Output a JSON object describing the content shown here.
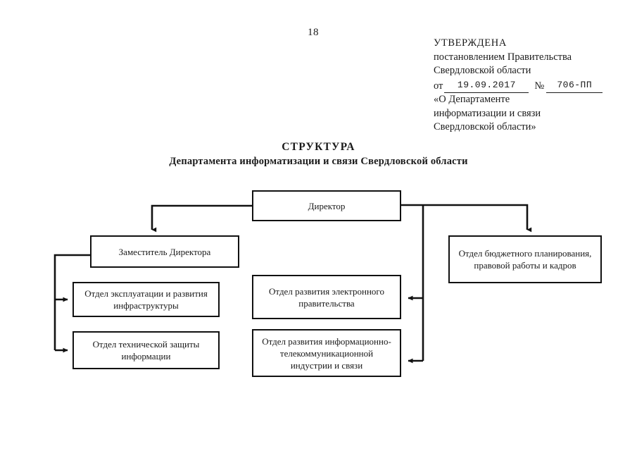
{
  "page": {
    "number": "18"
  },
  "approval": {
    "title": "УТВЕРЖДЕНА",
    "line1": "постановлением Правительства",
    "line2": "Свердловской области",
    "date_label": "от",
    "date_value": "19.09.2017",
    "number_sign": "№",
    "number_value": "706-ПП",
    "line3": "«О Департаменте",
    "line4": "информатизации и связи",
    "line5": "Свердловской области»"
  },
  "document": {
    "title": "СТРУКТУРА",
    "subtitle": "Департамента информатизации и связи Свердловской области"
  },
  "chart_data": {
    "type": "diagram",
    "title": "СТРУКТУРА Департамента информатизации и связи Свердловской области",
    "orientation": "top-down organizational chart",
    "nodes": [
      {
        "id": "director",
        "label": "Директор",
        "level": 0
      },
      {
        "id": "deputy",
        "label": "Заместитель Директора",
        "level": 1
      },
      {
        "id": "budget",
        "label": "Отдел бюджетного планирования, правовой работы и кадров",
        "level": 1
      },
      {
        "id": "infrastructure",
        "label": "Отдел эксплуатации и развития инфраструктуры",
        "level": 2
      },
      {
        "id": "techprotection",
        "label": "Отдел технической защиты информации",
        "level": 2
      },
      {
        "id": "egov",
        "label": "Отдел развития электронного правительства",
        "level": 2
      },
      {
        "id": "telecom",
        "label": "Отдел развития информационно-телекоммуникационной индустрии и связи",
        "level": 2
      }
    ],
    "edges": [
      {
        "from": "director",
        "to": "deputy",
        "style": "orthogonal-arrow"
      },
      {
        "from": "director",
        "to": "budget",
        "style": "orthogonal-arrow"
      },
      {
        "from": "deputy",
        "to": "infrastructure",
        "style": "orthogonal-arrow"
      },
      {
        "from": "deputy",
        "to": "techprotection",
        "style": "orthogonal-arrow"
      },
      {
        "from": "director",
        "to": "egov",
        "style": "orthogonal-arrow"
      },
      {
        "from": "director",
        "to": "telecom",
        "style": "orthogonal-arrow"
      }
    ],
    "colors": {
      "stroke": "#111111",
      "fill": "#ffffff",
      "text": "#1a1a1a"
    }
  },
  "nodes": {
    "director": "Директор",
    "deputy": "Заместитель Директора",
    "budget_l1": "Отдел бюджетного планирования,",
    "budget_l2": "правовой работы и кадров",
    "infrastructure_l1": "Отдел эксплуатации и развития",
    "infrastructure_l2": "инфраструктуры",
    "techprotection_l1": "Отдел технической защиты",
    "techprotection_l2": "информации",
    "egov_l1": "Отдел развития электронного",
    "egov_l2": "правительства",
    "telecom_l1": "Отдел развития информационно-",
    "telecom_l2": "телекоммуникационной",
    "telecom_l3": "индустрии и связи"
  }
}
